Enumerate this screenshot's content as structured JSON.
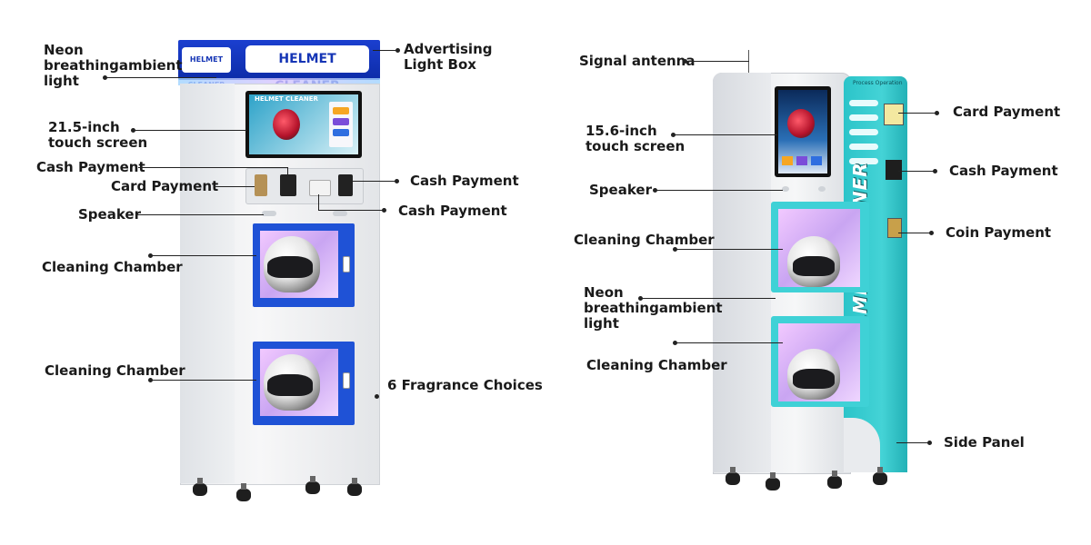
{
  "machines": [
    {
      "brand_small": "HELMET CLEANER",
      "brand_main": "HELMET CLEANER",
      "screen_title": "HELMET CLEANER",
      "accent": "#1f52d6"
    },
    {
      "panel_title": "Process Operation",
      "brand": "HELMET CLEANER",
      "accent": "#2bc4c9"
    }
  ],
  "labels_left": {
    "neon_light": [
      "Neon",
      "breathingambient",
      "light"
    ],
    "light_box": [
      "Advertising",
      "Light Box"
    ],
    "touch_screen": [
      "21.5-inch",
      "touch screen"
    ],
    "cash_payment_1": "Cash Payment",
    "card_payment": "Card Payment",
    "cash_payment_2": "Cash Payment",
    "cash_payment_3": "Cash Payment",
    "speaker": "Speaker",
    "cleaning_chamber_1": "Cleaning Chamber",
    "cleaning_chamber_2": "Cleaning Chamber",
    "fragrance": "6 Fragrance Choices"
  },
  "labels_right": {
    "antenna": "Signal antenna",
    "touch_screen": [
      "15.6-inch",
      "touch screen"
    ],
    "speaker": "Speaker",
    "cleaning_chamber_1": "Cleaning Chamber",
    "neon_light": [
      "Neon",
      "breathingambient",
      "light"
    ],
    "cleaning_chamber_2": "Cleaning Chamber",
    "card_payment": "Card Payment",
    "cash_payment": "Cash Payment",
    "coin_payment": "Coin Payment",
    "side_panel": "Side Panel"
  }
}
